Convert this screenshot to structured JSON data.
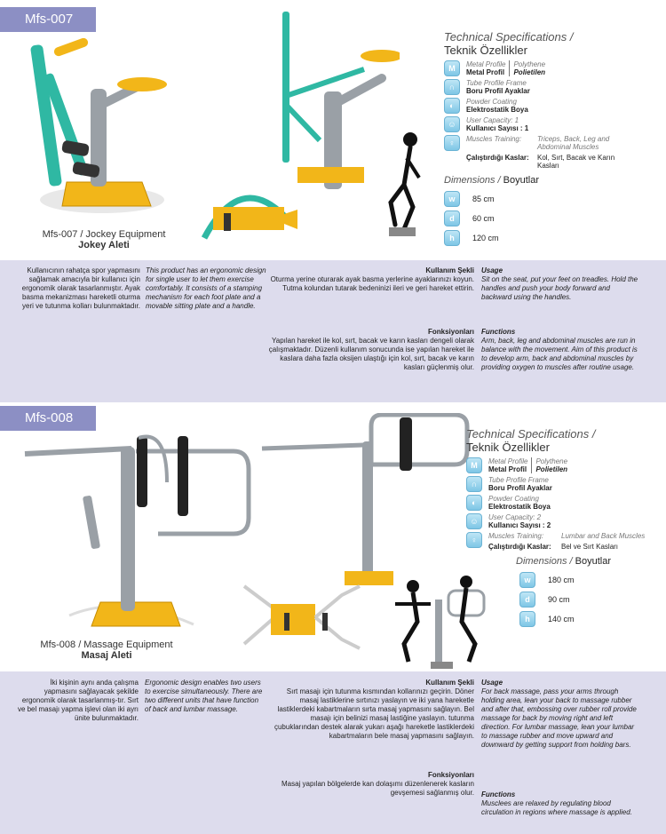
{
  "products": [
    {
      "code": "Mfs-007",
      "caption_en": "Mfs-007 / Jockey Equipment",
      "caption_tr": "Jokey Aleti",
      "spec_title_en": "Technical Specifications /",
      "spec_title_tr": "Teknik Özellikler",
      "metal_en": "Metal Profile",
      "metal_tr": "Metal Profil",
      "poly_en": "Polythene",
      "poly_tr": "Polietilen",
      "tube_en": "Tube Profile Frame",
      "tube_tr": "Boru Profil Ayaklar",
      "powder_en": "Powder Coating",
      "powder_tr": "Elektrostatik Boya",
      "capacity_en": "User Capacity:  1",
      "capacity_tr": "Kullanıcı Sayısı : 1",
      "muscles_label_en": "Muscles Training:",
      "muscles_value_en": "Triceps, Back, Leg and Abdominal Muscles",
      "muscles_label_tr": "Çalıştırdığı Kaslar:",
      "muscles_value_tr": "Kol, Sırt, Bacak ve Karın Kasları",
      "dim_title_en": "Dimensions /",
      "dim_title_tr": "Boyutlar",
      "dims": [
        {
          "icon": "w",
          "value": "85 cm"
        },
        {
          "icon": "d",
          "value": "60 cm"
        },
        {
          "icon": "h",
          "value": "120 cm"
        }
      ],
      "intro_tr": "Kullanıcının rahatça spor yapmasını sağlamak amacıyla bir kullanıcı için ergonomik olarak tasarlanmıştır. Ayak basma mekanizması hareketli oturma yeri ve tutunma kolları bulunmaktadır.",
      "intro_en": "This product has an ergonomic design for single user to let them exercise comfortably. It consists of a stamping mechanism for each foot plate and a movable sitting plate and a handle.",
      "usage_hdr_tr": "Kullanım Şekli",
      "usage_tr": "Oturma yerine oturarak ayak basma yerlerine ayaklarınızı koyun. Tutma kolundan tutarak bedeninizi ileri ve geri hareket ettirin.",
      "usage_hdr_en": "Usage",
      "usage_en": "Sit on the seat, put your feet on treadles. Hold the handles and push your body forward and backward using the handles.",
      "func_hdr_tr": "Fonksiyonları",
      "func_tr": "Yapılan hareket ile kol, sırt, bacak ve karın kasları dengeli olarak çalışmaktadır. Düzenli kullanım sonucunda ise yapılan hareket ile kaslara daha fazla oksijen ulaştığı için kol, sırt, bacak ve karın kasları güçlenmiş olur.",
      "func_hdr_en": "Functions",
      "func_en": "Arm, back, leg and abdominal muscles are run in balance with the movement. Aim of this product is to develop arm, back and abdominal muscles by providing oxygen to muscles after routine usage."
    },
    {
      "code": "Mfs-008",
      "caption_en": "Mfs-008 / Massage Equipment",
      "caption_tr": "Masaj Aleti",
      "spec_title_en": "Technical Specifications /",
      "spec_title_tr": "Teknik Özellikler",
      "metal_en": "Metal Profile",
      "metal_tr": "Metal Profil",
      "poly_en": "Polythene",
      "poly_tr": "Polietilen",
      "tube_en": "Tube Profile Frame",
      "tube_tr": "Boru Profil Ayaklar",
      "powder_en": "Powder Coating",
      "powder_tr": "Elektrostatik Boya",
      "capacity_en": "User Capacity:  2",
      "capacity_tr": "Kullanıcı Sayısı : 2",
      "muscles_label_en": "Muscles Training:",
      "muscles_value_en": "Lumbar and Back Muscles",
      "muscles_label_tr": "Çalıştırdığı Kaslar:",
      "muscles_value_tr": "Bel ve Sırt Kasları",
      "dim_title_en": "Dimensions /",
      "dim_title_tr": "Boyutlar",
      "dims": [
        {
          "icon": "w",
          "value": "180 cm"
        },
        {
          "icon": "d",
          "value": "90 cm"
        },
        {
          "icon": "h",
          "value": "140 cm"
        }
      ],
      "intro_tr": "İki kişinin aynı anda çalışma yapmasını sağlayacak şekilde ergonomik olarak tasarlanmış-tır. Sırt ve bel masajı yapma işlevi olan iki ayrı ünite bulunmaktadır.",
      "intro_en": "Ergonomic design enables two users to exercise simultaneously. There are two different units that have function of back and lumbar massage.",
      "usage_hdr_tr": "Kullanım Şekli",
      "usage_tr": "Sırt masajı için tutunma kısmından kollarınızı geçirin. Döner masaj lastiklerine sırtınızı yaslayın ve iki yana hareketle lastiklerdeki kabartmaların sırta masaj yapmasını sağlayın. Bel masajı için belinizi masaj lastiğine yaslayın. tutunma çubuklarından destek alarak yukarı aşağı hareketle lastiklerdeki kabartmaların bele masaj yapmasını sağlayın.",
      "usage_hdr_en": "Usage",
      "usage_en": "For back massage, pass your arms through holding area, lean your back to massage rubber and after that, embossing over rubber roll provide massage for back by moving right and left direction. For lumbar massage, lean your lumbar to massage rubber and move upward and downward by getting support from holding bars.",
      "func_hdr_tr": "Fonksiyonları",
      "func_tr": "Masaj yapılan bölgelerde kan dolaşımı düzenlenerek kasların gevşemesi sağlanmış olur.",
      "func_hdr_en": "Functions",
      "func_en": "Musclees are relaxed by regulating blood circulation in regions where massage is applied."
    }
  ]
}
